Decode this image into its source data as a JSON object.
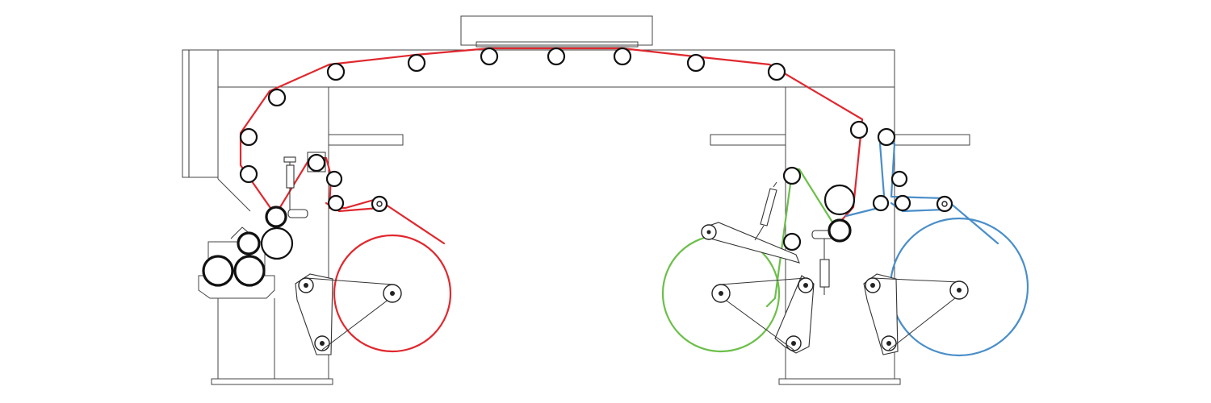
{
  "diagram": {
    "colors": {
      "main_web": "#e0282e",
      "left_unwind_web": "#e0282e",
      "green_web": "#6cbf4a",
      "blue_web": "#4a8ec9",
      "frame": "#444444",
      "roller": "#111111"
    },
    "webs": [
      {
        "id": "red-web",
        "color_key": "main_web"
      },
      {
        "id": "green-web",
        "color_key": "green_web"
      },
      {
        "id": "blue-web",
        "color_key": "blue_web"
      }
    ],
    "reels": [
      {
        "id": "red-reel",
        "color_key": "main_web"
      },
      {
        "id": "green-reel",
        "color_key": "green_web"
      },
      {
        "id": "blue-reel",
        "color_key": "blue_web"
      }
    ]
  }
}
